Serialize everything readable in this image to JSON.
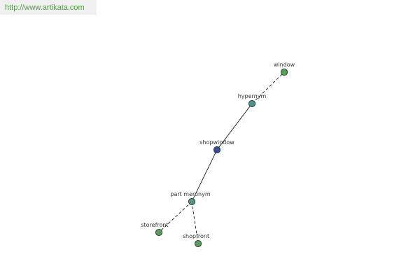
{
  "watermark": "http://www.artikata.com",
  "colors": {
    "word_node": "#56a05a",
    "relation_node": "#4f948a",
    "center_node": "#3a4d96",
    "edge": "#000000",
    "node_stroke": "#1f3b2a"
  },
  "nodes": [
    {
      "id": "window",
      "label": "window",
      "kind": "word"
    },
    {
      "id": "hypernym",
      "label": "hypernym",
      "kind": "relation"
    },
    {
      "id": "shopwindow",
      "label": "shopwindow",
      "kind": "center"
    },
    {
      "id": "part_meronym",
      "label": "part meronym",
      "kind": "relation"
    },
    {
      "id": "storefront",
      "label": "storefront",
      "kind": "word"
    },
    {
      "id": "shopfront",
      "label": "shopfront",
      "kind": "word"
    }
  ],
  "edges": [
    {
      "from": "shopwindow",
      "to": "hypernym",
      "style": "solid"
    },
    {
      "from": "hypernym",
      "to": "window",
      "style": "dashed"
    },
    {
      "from": "shopwindow",
      "to": "part_meronym",
      "style": "solid"
    },
    {
      "from": "part_meronym",
      "to": "storefront",
      "style": "dashed"
    },
    {
      "from": "part_meronym",
      "to": "shopfront",
      "style": "dashed"
    }
  ]
}
